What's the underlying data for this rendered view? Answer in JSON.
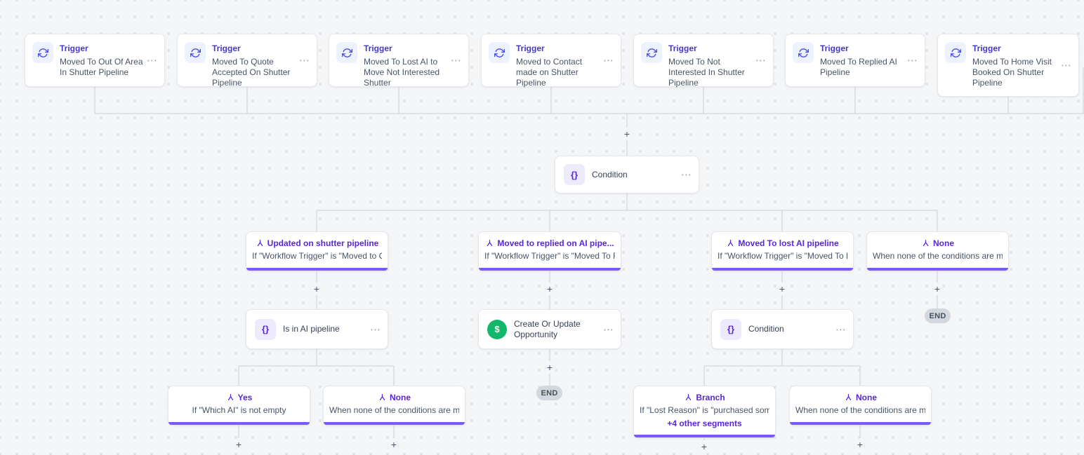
{
  "ui": {
    "plus": "+",
    "more": "⋯",
    "end": "END"
  },
  "icons": {
    "braces": "{}",
    "dollar": "$"
  },
  "colors": {
    "accent_indigo": "#4338ca",
    "accent_purple": "#5925dc",
    "branch_bar": "#7a5af8",
    "opportunity_green": "#12b76a",
    "wire": "#d0d5dd"
  },
  "triggers": [
    {
      "label": "Trigger",
      "desc": "Moved To Out Of Area In Shutter Pipeline"
    },
    {
      "label": "Trigger",
      "desc": "Moved To Quote Accepted On Shutter Pipeline"
    },
    {
      "label": "Trigger",
      "desc": "Moved To Lost AI to Move Not Interested Shutter"
    },
    {
      "label": "Trigger",
      "desc": "Moved to Contact made on Shutter Pipeline"
    },
    {
      "label": "Trigger",
      "desc": "Moved To Not Interested In Shutter Pipeline"
    },
    {
      "label": "Trigger",
      "desc": "Moved To Replied AI Pipeline"
    },
    {
      "label": "Trigger",
      "desc": "Moved To Home Visit Booked On Shutter Pipeline"
    }
  ],
  "root_condition": {
    "label": "Condition"
  },
  "level1_branches": [
    {
      "title": "Updated on shutter pipeline",
      "desc": "If \"Workflow Trigger\" is \"Moved to Co..."
    },
    {
      "title": "Moved to replied on AI pipe...",
      "desc": "If \"Workflow Trigger\" is \"Moved To Re..."
    },
    {
      "title": "Moved To lost AI pipeline",
      "desc": "If \"Workflow Trigger\" is \"Moved To Lo..."
    },
    {
      "title": "None",
      "desc": "When none of the conditions are met"
    }
  ],
  "actions": {
    "is_in_ai_pipeline": {
      "label": "Is in AI pipeline"
    },
    "create_opportunity": {
      "label": "Create Or Update Opportunity"
    },
    "condition2": {
      "label": "Condition"
    }
  },
  "ai_branches": [
    {
      "title": "Yes",
      "desc": "If \"Which AI\" is not empty"
    },
    {
      "title": "None",
      "desc": "When none of the conditions are met"
    }
  ],
  "lost_branches": [
    {
      "title": "Branch",
      "desc": "If \"Lost Reason\" is \"purchased somew...",
      "extra": "+4 other segments"
    },
    {
      "title": "None",
      "desc": "When none of the conditions are met"
    }
  ]
}
